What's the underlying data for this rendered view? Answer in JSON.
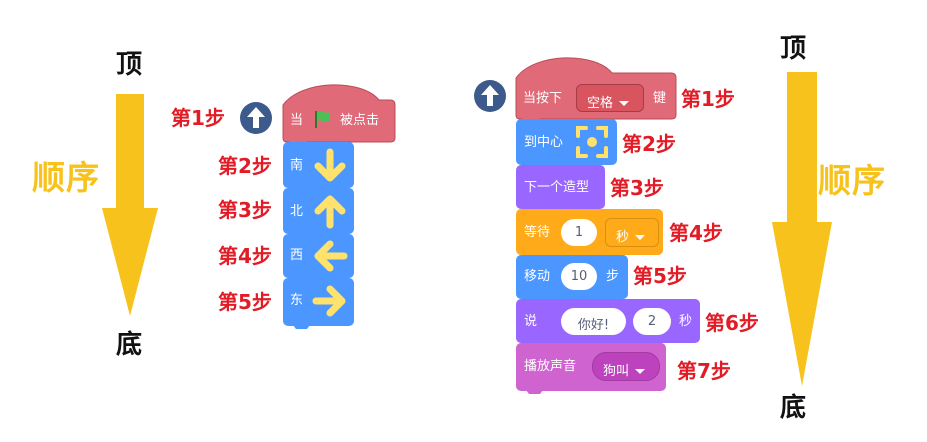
{
  "left": {
    "top_label": "顶",
    "bottom_label": "底",
    "order_label": "顺序",
    "hat_block": {
      "prefix": "当",
      "suffix": "被点击"
    },
    "blocks": [
      "南",
      "北",
      "西",
      "东"
    ],
    "steps": [
      "第1步",
      "第2步",
      "第3步",
      "第4步",
      "第5步"
    ]
  },
  "right": {
    "top_label": "顶",
    "bottom_label": "底",
    "order_label": "顺序",
    "hat_block": {
      "prefix": "当按下",
      "key": "空格",
      "suffix": "键"
    },
    "go_center": "到中心",
    "next_costume": "下一个造型",
    "wait": {
      "label": "等待",
      "value": "1",
      "unit": "秒"
    },
    "move": {
      "label": "移动",
      "value": "10",
      "unit": "步"
    },
    "say": {
      "label": "说",
      "message": "你好!",
      "seconds": "2",
      "unit": "秒"
    },
    "play_sound": {
      "label": "播放声音",
      "sound": "狗叫"
    },
    "steps": [
      "第1步",
      "第2步",
      "第3步",
      "第4步",
      "第5步",
      "第6步",
      "第7步"
    ]
  },
  "colors": {
    "events": "#e06a78",
    "motion": "#4c97ff",
    "looks": "#9966ff",
    "control": "#ffab19",
    "sound": "#cf63cf",
    "arrow_yellow": "#f7c21b",
    "step_red": "#e21c26",
    "start_circle": "#3d5a8c"
  }
}
